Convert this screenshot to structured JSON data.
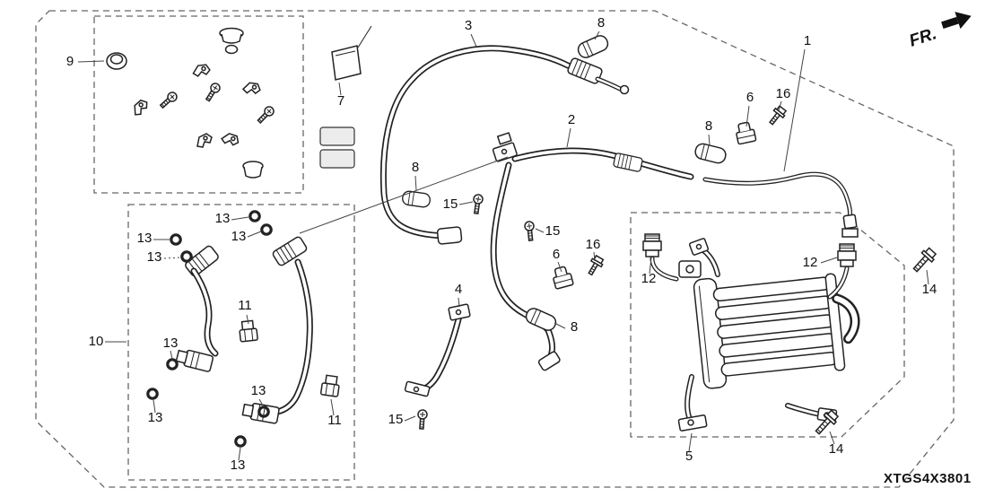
{
  "diagram": {
    "code": "XTGS4X3801",
    "front_label": "FR.",
    "colors": {
      "line": "#222222",
      "background": "#ffffff"
    },
    "callouts": {
      "part1": "1",
      "part2": "2",
      "part3": "3",
      "part4": "4",
      "part5": "5",
      "part6_a": "6",
      "part6_b": "6",
      "part7": "7",
      "part8_a": "8",
      "part8_b": "8",
      "part8_c": "8",
      "part8_d": "8",
      "part9": "9",
      "part10": "10",
      "part11_a": "11",
      "part11_b": "11",
      "part12_a": "12",
      "part12_b": "12",
      "part13_a": "13",
      "part13_b": "13",
      "part13_c": "13",
      "part13_d": "13",
      "part13_e": "13",
      "part13_f": "13",
      "part13_g": "13",
      "part13_h": "13",
      "part14_a": "14",
      "part14_b": "14",
      "part15_a": "15",
      "part15_b": "15",
      "part15_c": "15",
      "part16_a": "16",
      "part16_b": "16"
    }
  }
}
